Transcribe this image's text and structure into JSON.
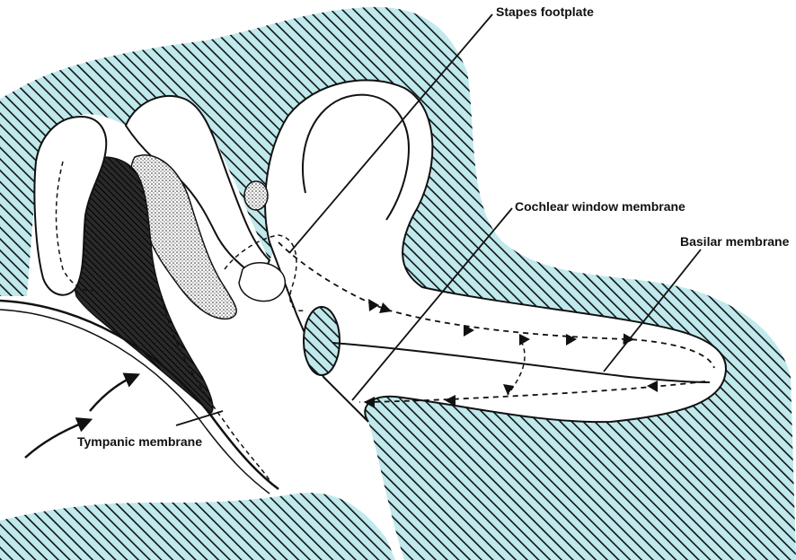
{
  "colors": {
    "bone_fill": "#bfe9ec",
    "hatch": "#111111",
    "outline": "#111111",
    "background": "#ffffff"
  },
  "labels": {
    "stapes_footplate": "Stapes footplate",
    "cochlear_window_membrane": "Cochlear window membrane",
    "basilar_membrane": "Basilar membrane",
    "tympanic_membrane": "Tympanic membrane"
  }
}
